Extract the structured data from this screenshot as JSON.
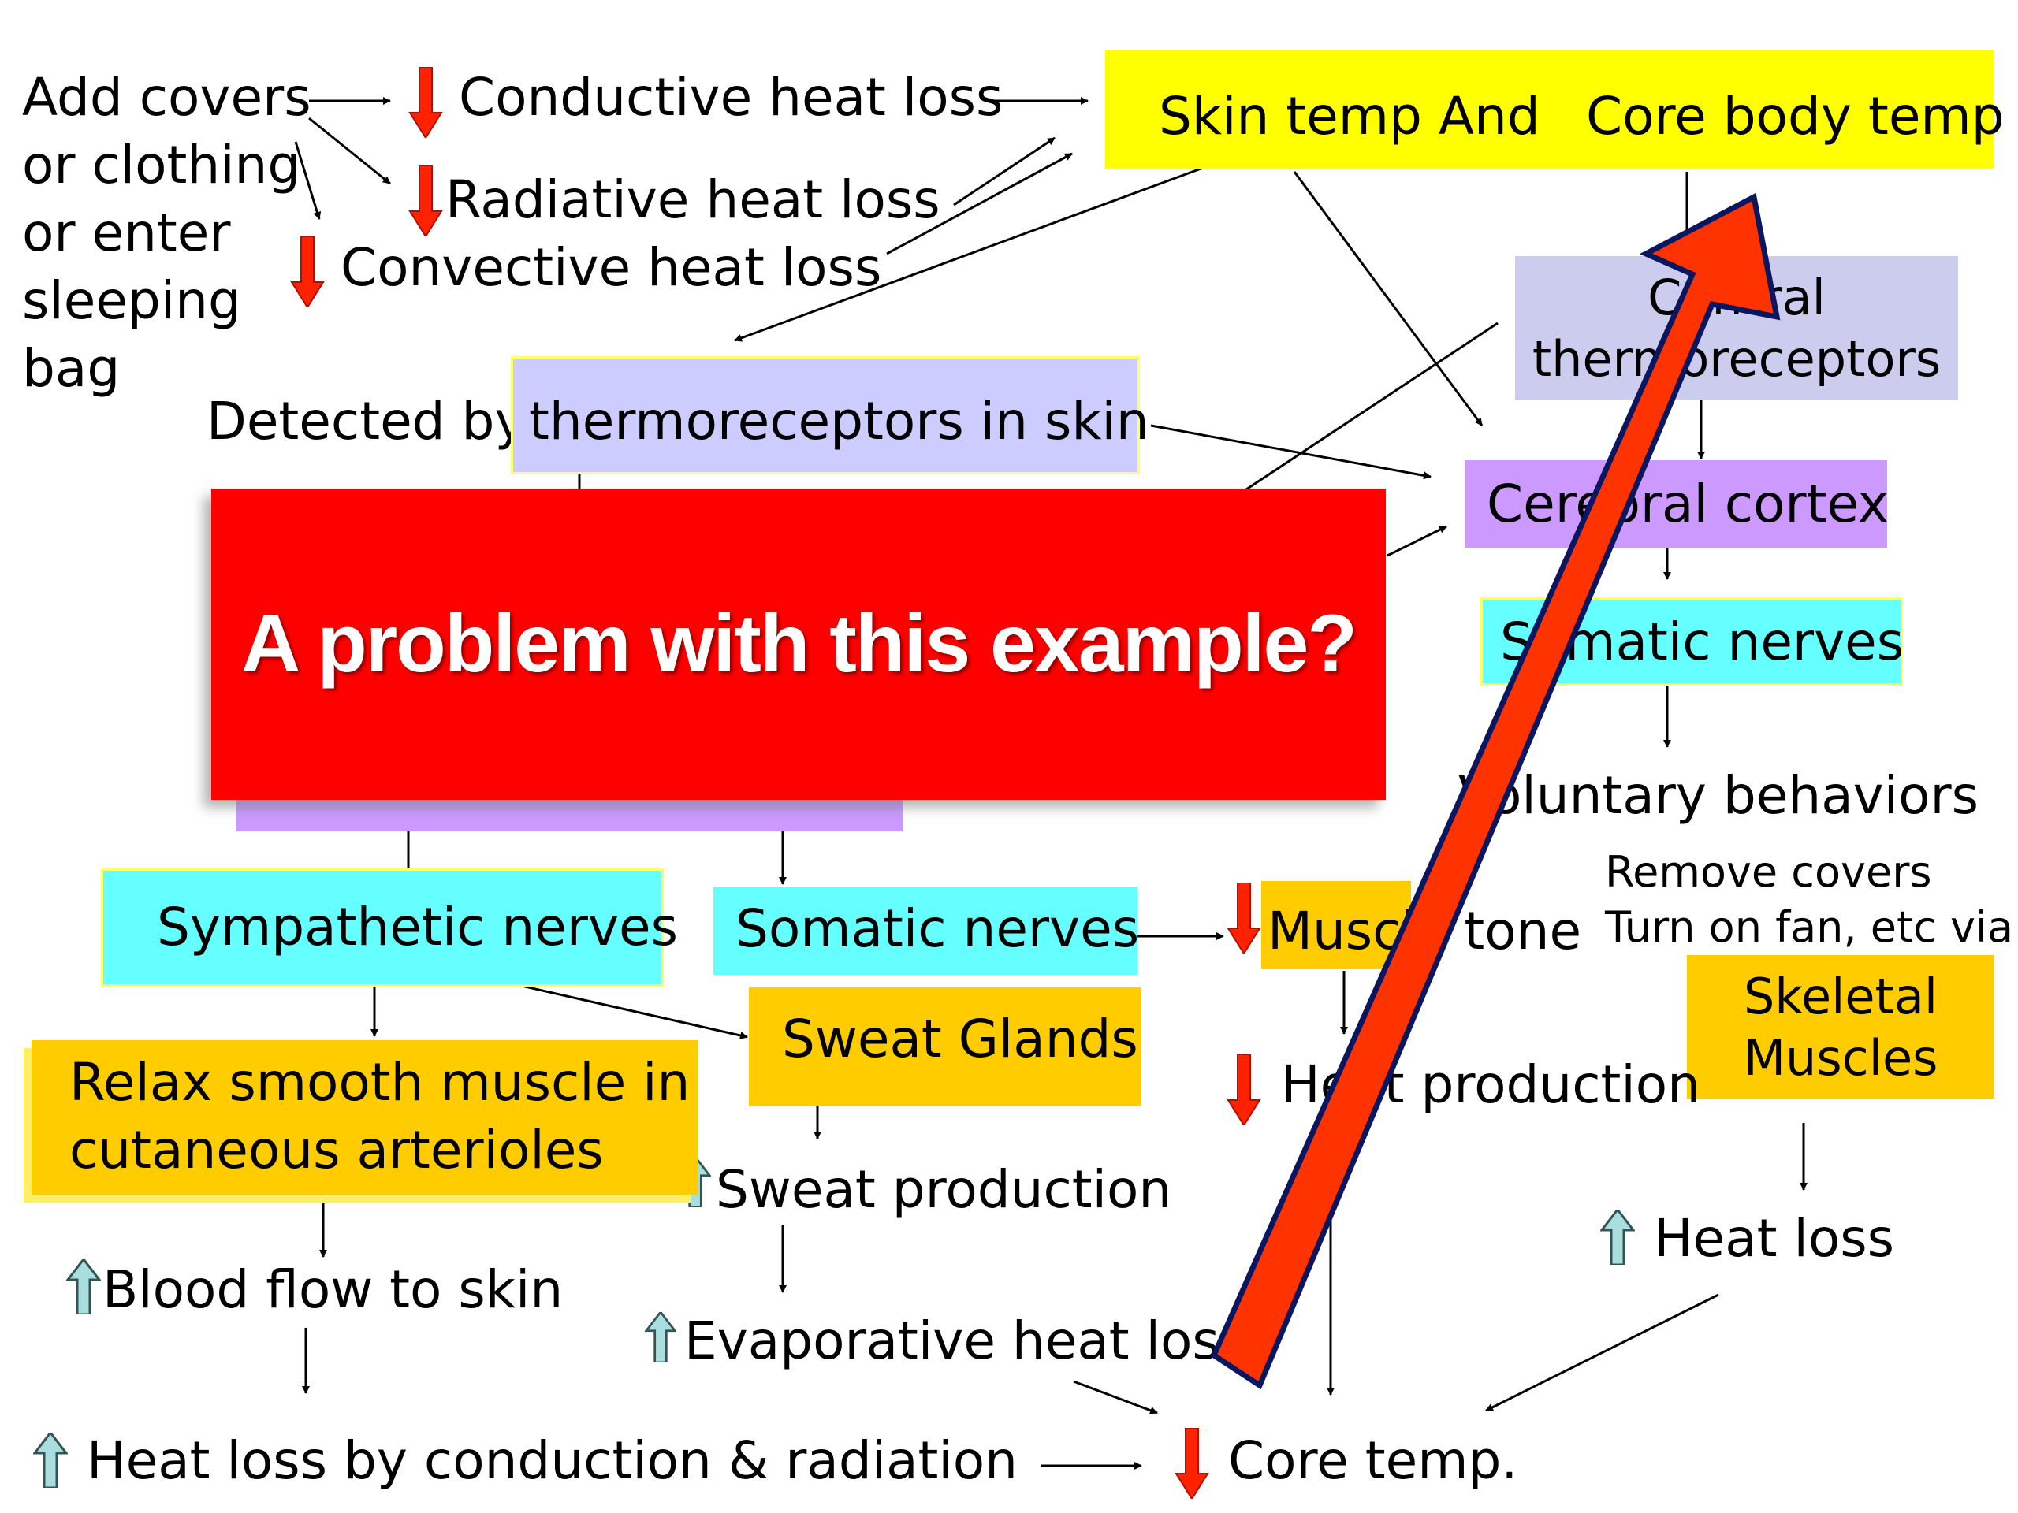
{
  "colors": {
    "accent_yellow": "#ffff00",
    "lavender": "#ccccff",
    "purple": "#cc99ff",
    "cyan": "#66ffff",
    "orange": "#ffcc00",
    "down_arrow_red": "#ff2200",
    "up_arrow_teal": "#aadddd",
    "overlay_red": "#ff0000"
  },
  "left": {
    "add_covers": [
      "Add covers",
      "or clothing",
      "or enter",
      "sleeping",
      "bag"
    ],
    "conductive": "Conductive heat loss",
    "radiative": "Radiative heat loss",
    "convective": "Convective heat loss"
  },
  "top": {
    "skin_core_a": "Skin temp  And",
    "skin_core_b": "Core body temp"
  },
  "detect": {
    "prefix": "Detected by",
    "box": "thermoreceptors in skin"
  },
  "right": {
    "central_line1": "Central",
    "central_line2": "thermoreceptors",
    "cortex": "Cerebral cortex",
    "somatic": "Somatic nerves",
    "voluntary": "Voluntary behaviors",
    "remove_covers": "Remove covers",
    "turn_on_fan": "Turn on fan, etc via",
    "skeletal_line1": "Skeletal",
    "skeletal_line2": "Muscles",
    "heat_loss": "Heat loss"
  },
  "middle": {
    "sympathetic": "Sympathetic nerves",
    "somatic2": "Somatic nerves",
    "muscle_tone": "Muscle tone",
    "sweat_glands": "Sweat Glands",
    "heat_production": "Heat production"
  },
  "bottom": {
    "relax_line1": "Relax smooth muscle in",
    "relax_line2": "cutaneous arterioles",
    "sweat_production": "Sweat production",
    "blood_flow": "Blood flow to skin",
    "evaporative": "Evaporative heat loss",
    "conduction_radiation": "Heat loss by conduction & radiation",
    "core_temp": "Core temp."
  },
  "overlay": {
    "text": "A problem with this example?"
  }
}
